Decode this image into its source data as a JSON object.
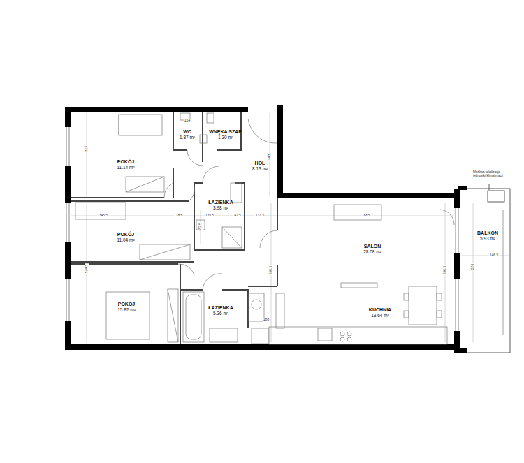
{
  "diagram": {
    "nodes": [
      {
        "text": [
          "POKÓJ",
          "11.14 m²"
        ]
      },
      {
        "text": [
          "WC",
          "1.87 m²"
        ]
      },
      {
        "text": [
          "WNĘKA SZAF.",
          "1.30 m²"
        ]
      },
      {
        "text": [
          "HOL",
          "8.13 m²"
        ]
      },
      {
        "text": [
          "ŁAZIENKA",
          "3.98 m²"
        ]
      },
      {
        "text": [
          "POKÓJ",
          "11.04 m²"
        ]
      },
      {
        "text": [
          "SALON",
          "28.08 m²"
        ]
      },
      {
        "text": [
          "BALKON",
          "5.93 m²"
        ]
      },
      {
        "text": [
          "POKÓJ",
          "15.82 m²"
        ]
      },
      {
        "text": [
          "ŁAZIENKA",
          "5.36 m²"
        ]
      },
      {
        "text": [
          "KUCHNIA",
          "13.64 m²"
        ]
      }
    ],
    "labels": [
      "154",
      "343",
      "315",
      "345.5",
      "183",
      "135.5",
      "47.5",
      "131.5",
      "685",
      "550.5",
      "550.5",
      "524.5",
      "82.5",
      "188",
      "146.5",
      "526",
      "Możliwa lokalizacja jednostki klimatyzacji"
    ]
  }
}
